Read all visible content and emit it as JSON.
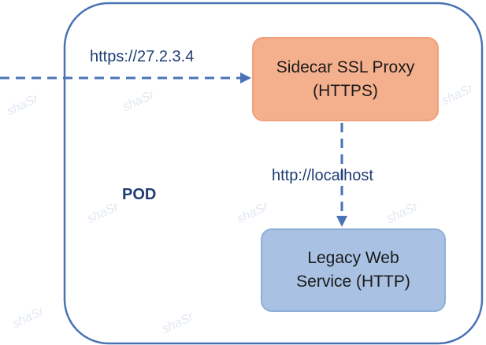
{
  "pod": {
    "label": "POD"
  },
  "external": {
    "url": "https://27.2.3.4"
  },
  "proxy": {
    "line1": "Sidecar SSL Proxy",
    "line2": "(HTTPS)"
  },
  "internal": {
    "url": "http://localhost"
  },
  "legacy": {
    "line1": "Legacy Web",
    "line2": "Service (HTTP)"
  },
  "watermark": {
    "text": "shaSr"
  },
  "colors": {
    "pod_border": "#4a73b5",
    "arrow": "#4a73b5",
    "proxy_fill": "#f4b08d",
    "legacy_fill": "#a9c2e3",
    "label_text": "#1f3d73"
  }
}
